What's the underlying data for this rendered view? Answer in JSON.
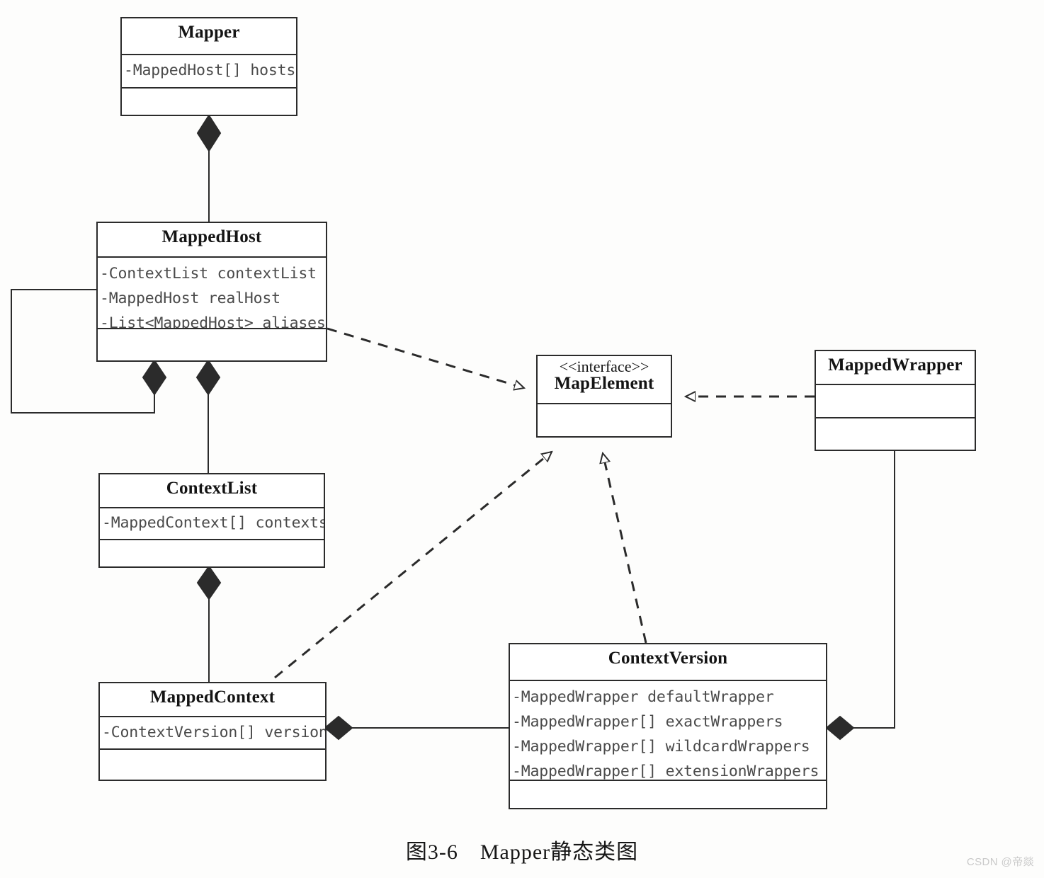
{
  "diagram": {
    "caption": "图3-6　Mapper静态类图",
    "watermark": "CSDN @帝燚",
    "line_color": "#2b2b2b",
    "text_color": "#141414",
    "attr_color": "#4a4a4a",
    "background": "#fdfdfc"
  },
  "classes": {
    "mapper": {
      "name": "Mapper",
      "attributes": [
        "-MappedHost[] hosts"
      ],
      "operations": []
    },
    "mapped_host": {
      "name": "MappedHost",
      "attributes": [
        "-ContextList contextList",
        "-MappedHost realHost",
        "-List<MappedHost> aliases"
      ],
      "operations": []
    },
    "context_list": {
      "name": "ContextList",
      "attributes": [
        "-MappedContext[] contexts"
      ],
      "operations": []
    },
    "mapped_context": {
      "name": "MappedContext",
      "attributes": [
        "-ContextVersion[] versions"
      ],
      "operations": []
    },
    "map_element": {
      "stereotype": "<<interface>>",
      "name": "MapElement",
      "operations": []
    },
    "mapped_wrapper": {
      "name": "MappedWrapper",
      "attributes": [],
      "operations": []
    },
    "context_version": {
      "name": "ContextVersion",
      "attributes": [
        "-MappedWrapper defaultWrapper",
        "-MappedWrapper[] exactWrappers",
        "-MappedWrapper[] wildcardWrappers",
        "-MappedWrapper[] extensionWrappers"
      ],
      "operations": []
    }
  },
  "relationships": [
    {
      "id": "mapper-mappedhost",
      "type": "composition",
      "from": "Mapper",
      "to": "MappedHost"
    },
    {
      "id": "mappedhost-self",
      "type": "composition",
      "from": "MappedHost",
      "to": "MappedHost"
    },
    {
      "id": "mappedhost-contextlist",
      "type": "composition",
      "from": "MappedHost",
      "to": "ContextList"
    },
    {
      "id": "contextlist-mappedcontext",
      "type": "composition",
      "from": "ContextList",
      "to": "MappedContext"
    },
    {
      "id": "mappedcontext-contextversion",
      "type": "composition",
      "from": "MappedContext",
      "to": "ContextVersion"
    },
    {
      "id": "mappedwrapper-contextversion",
      "type": "composition",
      "from": "MappedWrapper",
      "to": "ContextVersion"
    },
    {
      "id": "mappedhost-mapelement",
      "type": "realization",
      "from": "MappedHost",
      "to": "MapElement"
    },
    {
      "id": "mappedcontext-mapelement",
      "type": "realization",
      "from": "MappedContext",
      "to": "MapElement"
    },
    {
      "id": "contextversion-mapelement",
      "type": "realization",
      "from": "ContextVersion",
      "to": "MapElement"
    },
    {
      "id": "mappedwrapper-mapelement",
      "type": "realization",
      "from": "MappedWrapper",
      "to": "MapElement"
    }
  ]
}
